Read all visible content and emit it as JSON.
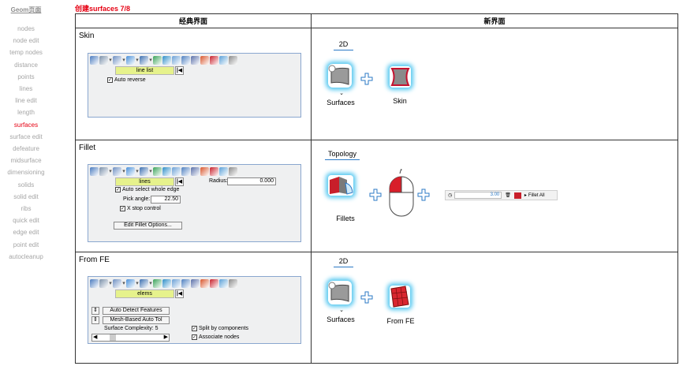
{
  "nav": {
    "title": "Geom页面",
    "items": [
      "nodes",
      "node edit",
      "temp nodes",
      "distance",
      "points",
      "lines",
      "line edit",
      "length",
      "surfaces",
      "surface edit",
      "defeature",
      "midsurface",
      "dimensioning",
      "solids",
      "solid edit",
      "ribs",
      "quick edit",
      "edge edit",
      "point edit",
      "autocleanup"
    ],
    "active": "surfaces"
  },
  "page_title": "创建surfaces 7/8",
  "table": {
    "col_classic": "经典界面",
    "col_new": "新界面"
  },
  "rows": {
    "skin": {
      "label": "Skin",
      "selector": "line list",
      "checkbox_auto_reverse": "Auto reverse",
      "tab": "2D",
      "caption_surfaces": "Surfaces",
      "caption_skin": "Skin"
    },
    "fillet": {
      "label": "Fillet",
      "selector": "lines",
      "radius_label": "Radius:",
      "radius_value": "0.000",
      "auto_select": "Auto select whole edge",
      "pick_angle_label": "Pick angle:",
      "pick_angle_value": "22.50",
      "x_stop": "X stop control",
      "options_button": "Edit Fillet Options...",
      "tab": "Topology",
      "caption_fillets": "Fillets",
      "strip_value": "3.00",
      "strip_label": "Fillet All"
    },
    "fromfe": {
      "label": "From FE",
      "selector": "elems",
      "auto_detect": "Auto Detect Features",
      "mesh_based": "Mesh-Based Auto Tol",
      "complexity": "Surface Complexity: 5",
      "split": "Split by components",
      "associate": "Associate nodes",
      "tab": "2D",
      "caption_surfaces": "Surfaces",
      "caption_fromfe": "From FE"
    }
  },
  "colors": {
    "accent_red": "#e60012",
    "glow_blue": "#54c7f0",
    "selector_yellow": "#e6f28c"
  }
}
